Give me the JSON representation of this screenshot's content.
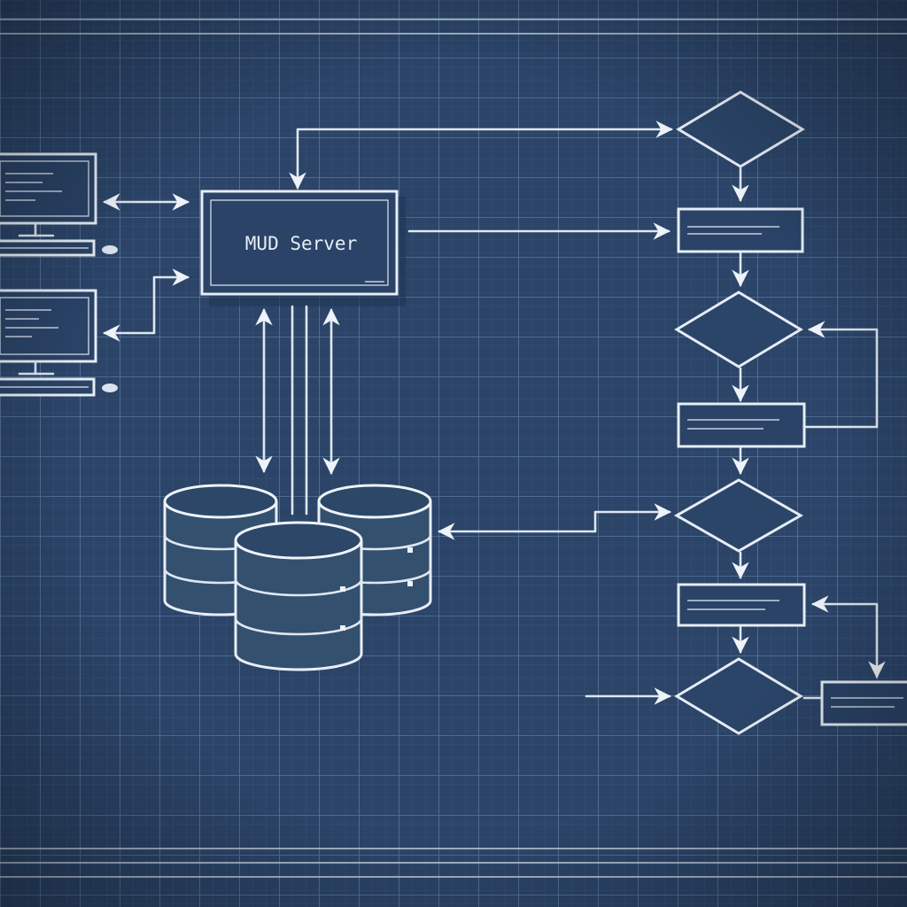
{
  "colors": {
    "background": "#2b4468",
    "grid_minor": "#3d5a80",
    "grid_major": "#5776a0",
    "line": "#dfe7f1",
    "box_fill": "#2a4367"
  },
  "server": {
    "label": "MUD Server"
  },
  "clients": [
    {
      "icon": "computer-terminal-icon"
    },
    {
      "icon": "computer-terminal-icon"
    }
  ],
  "databases": [
    {
      "icon": "database-cylinder-icon"
    },
    {
      "icon": "database-cylinder-icon"
    },
    {
      "icon": "database-cylinder-icon"
    }
  ],
  "flowchart": {
    "nodes": [
      {
        "type": "decision"
      },
      {
        "type": "process"
      },
      {
        "type": "decision"
      },
      {
        "type": "process"
      },
      {
        "type": "decision"
      },
      {
        "type": "process"
      },
      {
        "type": "decision"
      },
      {
        "type": "process"
      }
    ]
  }
}
